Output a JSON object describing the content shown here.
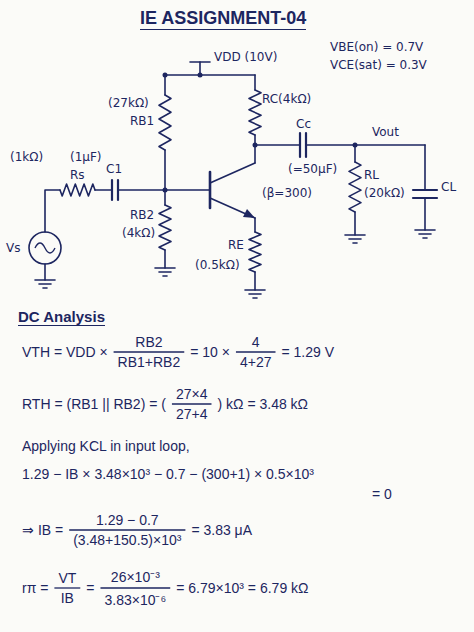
{
  "diagram": {
    "title": "IE ASSIGNMENT-04",
    "labels": [
      "VDD (10V)",
      "VBE(on) = 0.7V",
      "VCE(sat) = 0.3V",
      "(27kΩ)",
      "RB1",
      "RC(4kΩ)",
      "(1kΩ)",
      "(1μF)",
      "Rs",
      "C1",
      "(β=300)",
      "Cc",
      "(=50μF)",
      "Vout",
      "RL",
      "(20kΩ)",
      "CL",
      "Vs",
      "RB2",
      "(4kΩ)",
      "RE",
      "(0.5kΩ)",
      "DC Analysis",
      "VTH = VDD ×",
      "RB2",
      "RB1+RB2",
      "= 10 ×",
      "4",
      "4+27",
      "= 1.29 V",
      "RTH = (RB1 || RB2) = (",
      "27×4",
      "27+4",
      ") kΩ = 3.48 kΩ",
      "Applying KCL in input loop,",
      "1.29 − IB × 3.48×10³ − 0.7 − (300+1) × 0.5×10³",
      "= 0",
      "⇒ IB =",
      "1.29 − 0.7",
      "(3.48+150.5)×10³",
      "= 3.83 μA",
      "rπ =",
      "VT",
      "IB",
      "=",
      "26×10⁻³",
      "3.83×10⁻⁶",
      "= 6.79×10³ = 6.79 kΩ"
    ]
  }
}
